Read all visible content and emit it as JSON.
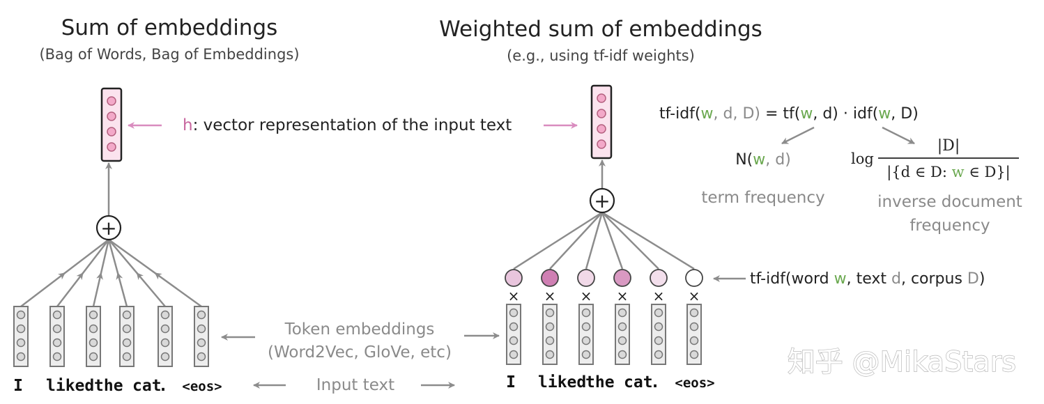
{
  "left": {
    "title": "Sum of embeddings",
    "subtitle": "(Bag of Words, Bag of Embeddings)"
  },
  "right": {
    "title": "Weighted sum of embeddings",
    "subtitle": "(e.g., using tf-idf weights)"
  },
  "h_label": {
    "h": "h",
    "rest": ": vector representation of the input text"
  },
  "plus_symbol": "+",
  "times_symbol": "×",
  "tokens": [
    "I",
    "liked",
    "the",
    "cat",
    ".",
    "<eos>"
  ],
  "token_embeddings_label": [
    "Token embeddings",
    "(Word2Vec, GloVe, etc)"
  ],
  "input_text_label": "Input text",
  "tfidf_formula": {
    "lhs_fn": "tf-idf(",
    "lhs_w": "w",
    "lhs_rest": ", d, D)",
    "eq_tf": " = tf(",
    "tf_w": "w",
    "tf_rest": ", d) · idf(",
    "idf_w": "w",
    "idf_rest": ",  D)"
  },
  "tf_term": {
    "pre": "N(",
    "w": "w",
    "rest": ", d)",
    "caption": "term frequency"
  },
  "idf_term": {
    "log": "log",
    "numerator": "|D|",
    "den_pre": "|{d ∈ D:  ",
    "den_w": "w",
    "den_post": "  ∈ D}|",
    "caption_line1": "inverse document",
    "caption_line2": "frequency"
  },
  "weight_label": {
    "pre": "tf-idf(word ",
    "w": "w",
    "mid1": ", text ",
    "d": "d",
    "mid2": ", corpus ",
    "D": "D",
    "post": ")"
  },
  "weight_levels": [
    0.45,
    1.0,
    0.3,
    0.8,
    0.25,
    0.0
  ],
  "watermark": "知乎 @MikaStars",
  "colors": {
    "accent_pink": "#c8669e",
    "light_pink": "#f3c9de",
    "green": "#6aa84f",
    "gray_text": "#8a8a8a",
    "arrow_gray": "#8c8c8c"
  }
}
